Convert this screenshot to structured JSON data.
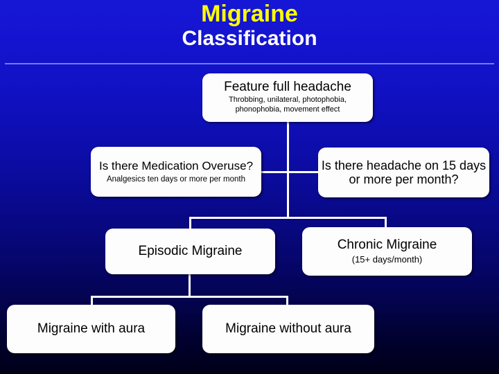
{
  "slide": {
    "title_main": "Migraine",
    "title_sub": "Classification",
    "accent_yellow": "#ffff00",
    "accent_white": "#ffffff",
    "background_top": "#1616d6",
    "background_bottom": "#000018",
    "divider_color": "#6a7ff0",
    "node_fill": "#fdfdfd",
    "connector_color": "#ffffff"
  },
  "nodes": {
    "feature": {
      "title": "Feature full headache",
      "subtitle_line1": "Throbbing, unilateral, photophobia,",
      "subtitle_line2": "phonophobia, movement effect"
    },
    "medication_overuse": {
      "title": "Is there Medication Overuse?",
      "subtitle": "Analgesics ten days or more per month"
    },
    "headache_days": {
      "line1": "Is there headache on 15 days",
      "line2": "or more per month?"
    },
    "episodic": {
      "title": "Episodic Migraine"
    },
    "chronic": {
      "title": "Chronic Migraine",
      "subtitle": "(15+ days/month)"
    },
    "with_aura": {
      "title": "Migraine with aura"
    },
    "without_aura": {
      "title": "Migraine without aura"
    }
  },
  "flow": {
    "type": "flowchart",
    "edges": [
      {
        "from": "feature",
        "to": "medication_overuse"
      },
      {
        "from": "feature",
        "to": "headache_days"
      },
      {
        "from": "feature",
        "to": "episodic"
      },
      {
        "from": "feature",
        "to": "chronic"
      },
      {
        "from": "episodic",
        "to": "with_aura"
      },
      {
        "from": "episodic",
        "to": "without_aura"
      }
    ]
  }
}
